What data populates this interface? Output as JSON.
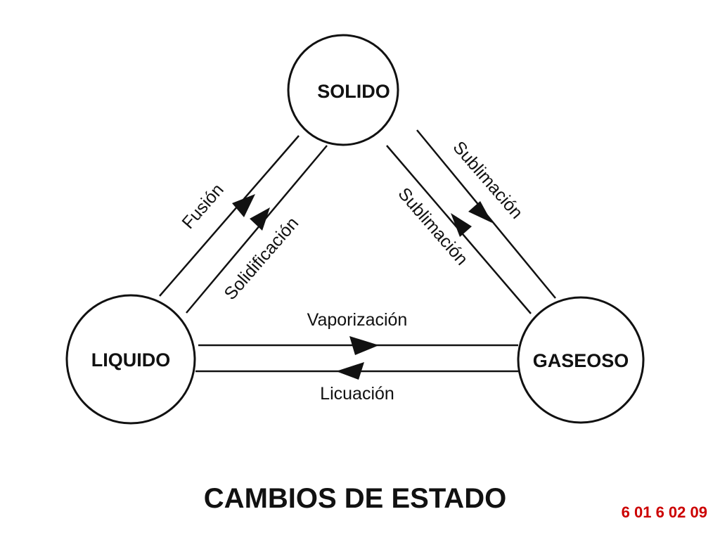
{
  "nodes": {
    "solid": "SOLIDO",
    "liquid": "LIQUIDO",
    "gas": "GASEOSO"
  },
  "transitions": {
    "fusion": "Fusión",
    "solidification": "Solidificación",
    "sublimation_to_gas": "Sublimación",
    "sublimation_to_solid": "Sublimación",
    "vaporization": "Vaporización",
    "liquefaction": "Licuación"
  },
  "title": "CAMBIOS DE ESTADO",
  "footer": "6 01 6 02 09",
  "colors": {
    "ink": "#111111",
    "background": "#ffffff",
    "footer": "#cc0000"
  }
}
